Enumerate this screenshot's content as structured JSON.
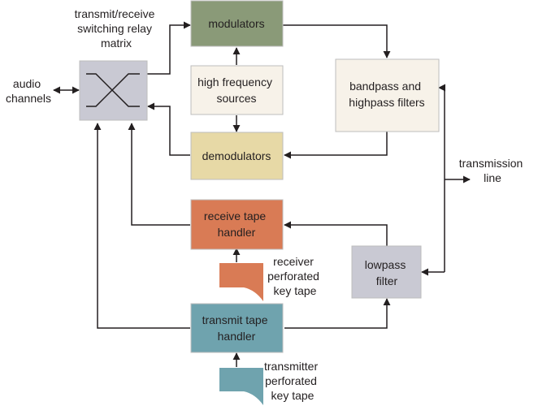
{
  "colors": {
    "modulators": "#8a9a78",
    "high_frequency_sources": "#f7f2e9",
    "demodulators": "#e7d9a6",
    "bandpass_highpass": "#f7f2e9",
    "receive_tape_handler": "#d97b55",
    "transmit_tape_handler": "#6fa3ae",
    "lowpass_filter": "#c9c9d3",
    "switching_matrix": "#c9c9d3",
    "line": "#231f20"
  },
  "labels": {
    "switching_matrix": [
      "transmit/receive",
      "switching relay",
      "matrix"
    ],
    "audio_channels": [
      "audio",
      "channels"
    ],
    "modulators": [
      "modulators"
    ],
    "high_frequency_sources": [
      "high frequency",
      "sources"
    ],
    "demodulators": [
      "demodulators"
    ],
    "bandpass_highpass": [
      "bandpass and",
      "highpass filters"
    ],
    "transmission_line": [
      "transmission",
      "line"
    ],
    "receive_tape_handler": [
      "receive tape",
      "handler"
    ],
    "receiver_tape": [
      "receiver",
      "perforated",
      "key tape"
    ],
    "lowpass_filter": [
      "lowpass",
      "filter"
    ],
    "transmit_tape_handler": [
      "transmit tape",
      "handler"
    ],
    "transmitter_tape": [
      "transmitter",
      "perforated",
      "key tape"
    ]
  }
}
